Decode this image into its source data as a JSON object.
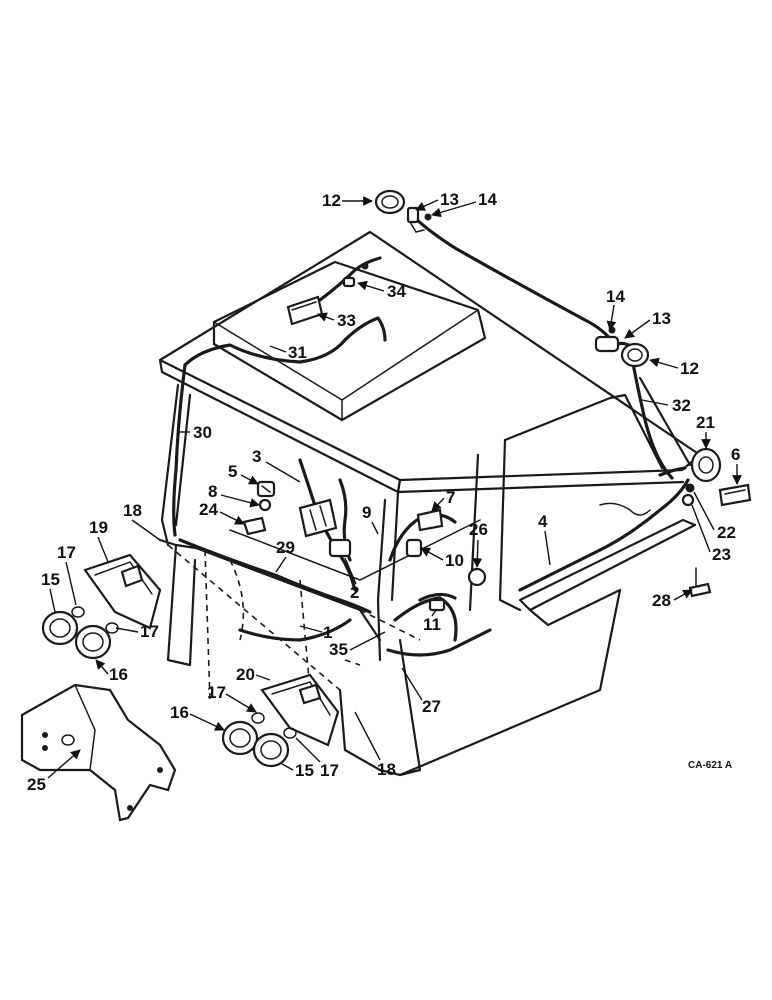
{
  "figure_code": "CA-621 A",
  "callouts": [
    "12",
    "13",
    "14",
    "34",
    "33",
    "31",
    "14",
    "13",
    "12",
    "32",
    "30",
    "21",
    "6",
    "3",
    "5",
    "8",
    "24",
    "18",
    "19",
    "9",
    "7",
    "26",
    "4",
    "22",
    "23",
    "10",
    "29",
    "2",
    "17",
    "15",
    "17",
    "16",
    "1",
    "35",
    "11",
    "28",
    "20",
    "27",
    "17",
    "16",
    "15",
    "17",
    "18",
    "25"
  ]
}
